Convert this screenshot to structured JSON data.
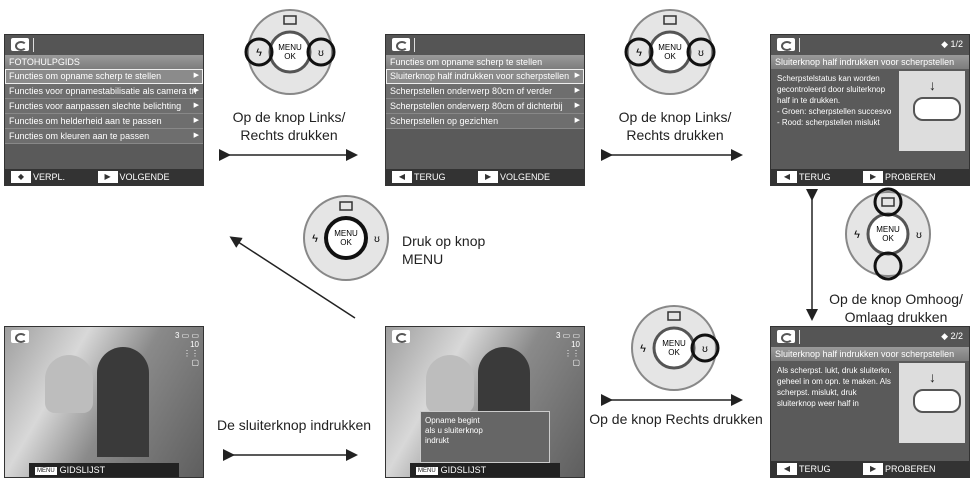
{
  "screen1": {
    "title": "FOTOHULPGIDS",
    "items": [
      "Functies om opname scherp te stellen",
      "Functies voor opnamestabilisatie als camera tri",
      "Functies voor aanpassen slechte belichting",
      "Functies om helderheid aan te passen",
      "Functies om kleuren aan te passen"
    ],
    "btn1": "VERPL.",
    "btn2": "VOLGENDE"
  },
  "screen2": {
    "title": "Functies om opname scherp te stellen",
    "items": [
      "Sluiterknop half indrukken voor scherpstellen",
      "Scherpstellen onderwerp 80cm of verder",
      "Scherpstellen onderwerp 80cm of dichterbij",
      "Scherpstellen op gezichten"
    ],
    "btn1": "TERUG",
    "btn2": "VOLGENDE"
  },
  "screen3": {
    "page": "1/2",
    "title": "Sluiterknop half indrukken voor scherpstellen",
    "text": "Scherpstelstatus kan worden gecontroleerd door sluiterknop half in te drukken.\n- Groen: scherpstellen succesvo\n- Rood: scherpstellen mislukt",
    "btn1": "TERUG",
    "btn2": "PROBEREN"
  },
  "screen4": {
    "page": "2/2",
    "title": "Sluiterknop half indrukken voor scherpstellen",
    "text": "Als scherpst. lukt, druk sluiterkn. geheel in om opn. te maken. Als scherpst. mislukt, druk sluiterknop weer half in",
    "btn1": "TERUG",
    "btn2": "PROBEREN"
  },
  "screen5": {
    "popup": "Opname begint als u sluiterknop indrukt",
    "menu_tag": "MENU",
    "bar": "GIDSLIJST",
    "shots": "3",
    "size": "10"
  },
  "screen6": {
    "menu_tag": "MENU",
    "bar": "GIDSLIJST",
    "shots": "3",
    "size": "10"
  },
  "dial": {
    "menu_label": "MENU",
    "ok_label": "OK"
  },
  "labels": {
    "left_right_1": "Op de knop Links/\nRechts drukken",
    "left_right_2": "Op de knop Links/\nRechts drukken",
    "menu": "Druk op knop\nMENU",
    "up_down": "Op de knop Omhoog/\nOmlaag drukken",
    "right": "Op de knop Rechts drukken",
    "shutter": "De sluiterknop indrukken"
  }
}
